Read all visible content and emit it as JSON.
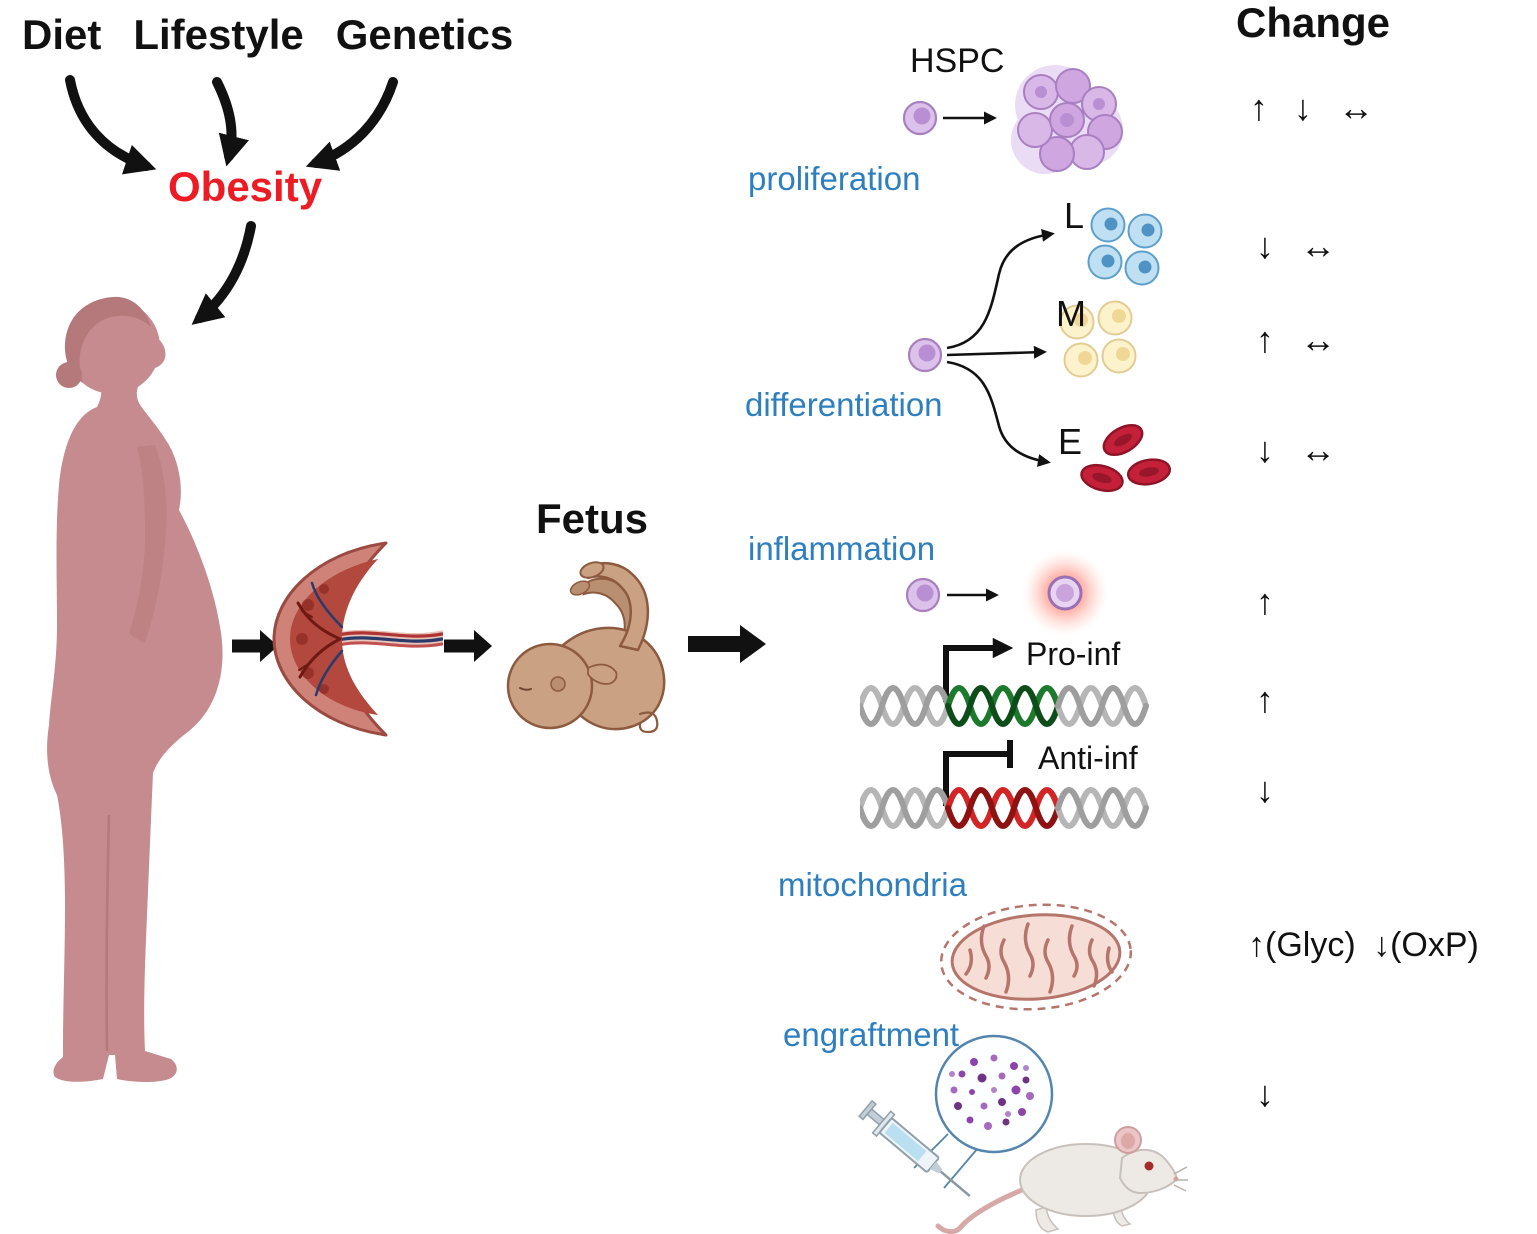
{
  "figure": {
    "change_header": "Change",
    "causes": {
      "diet": "Diet",
      "lifestyle": "Lifestyle",
      "genetics": "Genetics"
    },
    "obesity": "Obesity",
    "fetus": "Fetus",
    "hspc": "HSPC",
    "processes": {
      "proliferation": "proliferation",
      "differentiation": "differentiation",
      "inflammation": "inflammation",
      "mitochondria": "mitochondria",
      "engraftment": "engraftment"
    },
    "lineages": {
      "lymphoid": "L",
      "myeloid": "M",
      "erythroid": "E"
    },
    "genes": {
      "pro_inf": "Pro-inf",
      "anti_inf": "Anti-inf"
    },
    "changes": {
      "proliferation": "↑ ↓ ↔",
      "lymphoid": "↓ ↔",
      "myeloid": "↑ ↔",
      "erythroid": "↓ ↔",
      "inflammation": "↑",
      "pro_inf": "↑",
      "anti_inf": "↓",
      "mitochondria": "↑(Glyc) ↓(OxP)",
      "engraftment": "↓"
    },
    "colors": {
      "obesity_red": "#ec1b24",
      "process_blue": "#2e7fc0",
      "ink": "#111111"
    }
  }
}
